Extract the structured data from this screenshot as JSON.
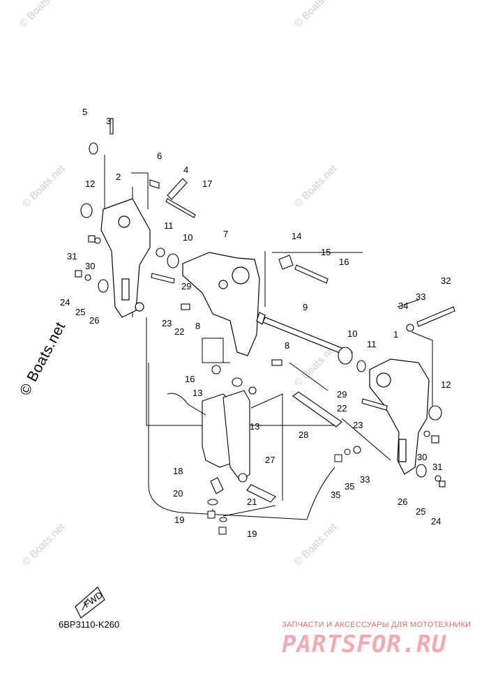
{
  "watermark_text": "© Boats.net",
  "diagram_code": "6BP3110-K260",
  "fwd_label": "FWD",
  "brand": {
    "tagline": "ЗАПЧАСТИ И АКСЕССУАРЫ ДЛЯ МОТОТЕХНИКИ",
    "logo": "PARTSFOR.RU"
  },
  "callouts": [
    "5",
    "3",
    "6",
    "4",
    "2",
    "12",
    "17",
    "11",
    "10",
    "7",
    "14",
    "15",
    "16",
    "31",
    "30",
    "24",
    "25",
    "26",
    "29",
    "23",
    "22",
    "8",
    "9",
    "32",
    "33",
    "34",
    "1",
    "10",
    "11",
    "8",
    "16",
    "13",
    "13",
    "12",
    "29",
    "22",
    "23",
    "30",
    "31",
    "28",
    "26",
    "25",
    "24",
    "27",
    "18",
    "20",
    "19",
    "21",
    "19",
    "35",
    "35",
    "33"
  ]
}
